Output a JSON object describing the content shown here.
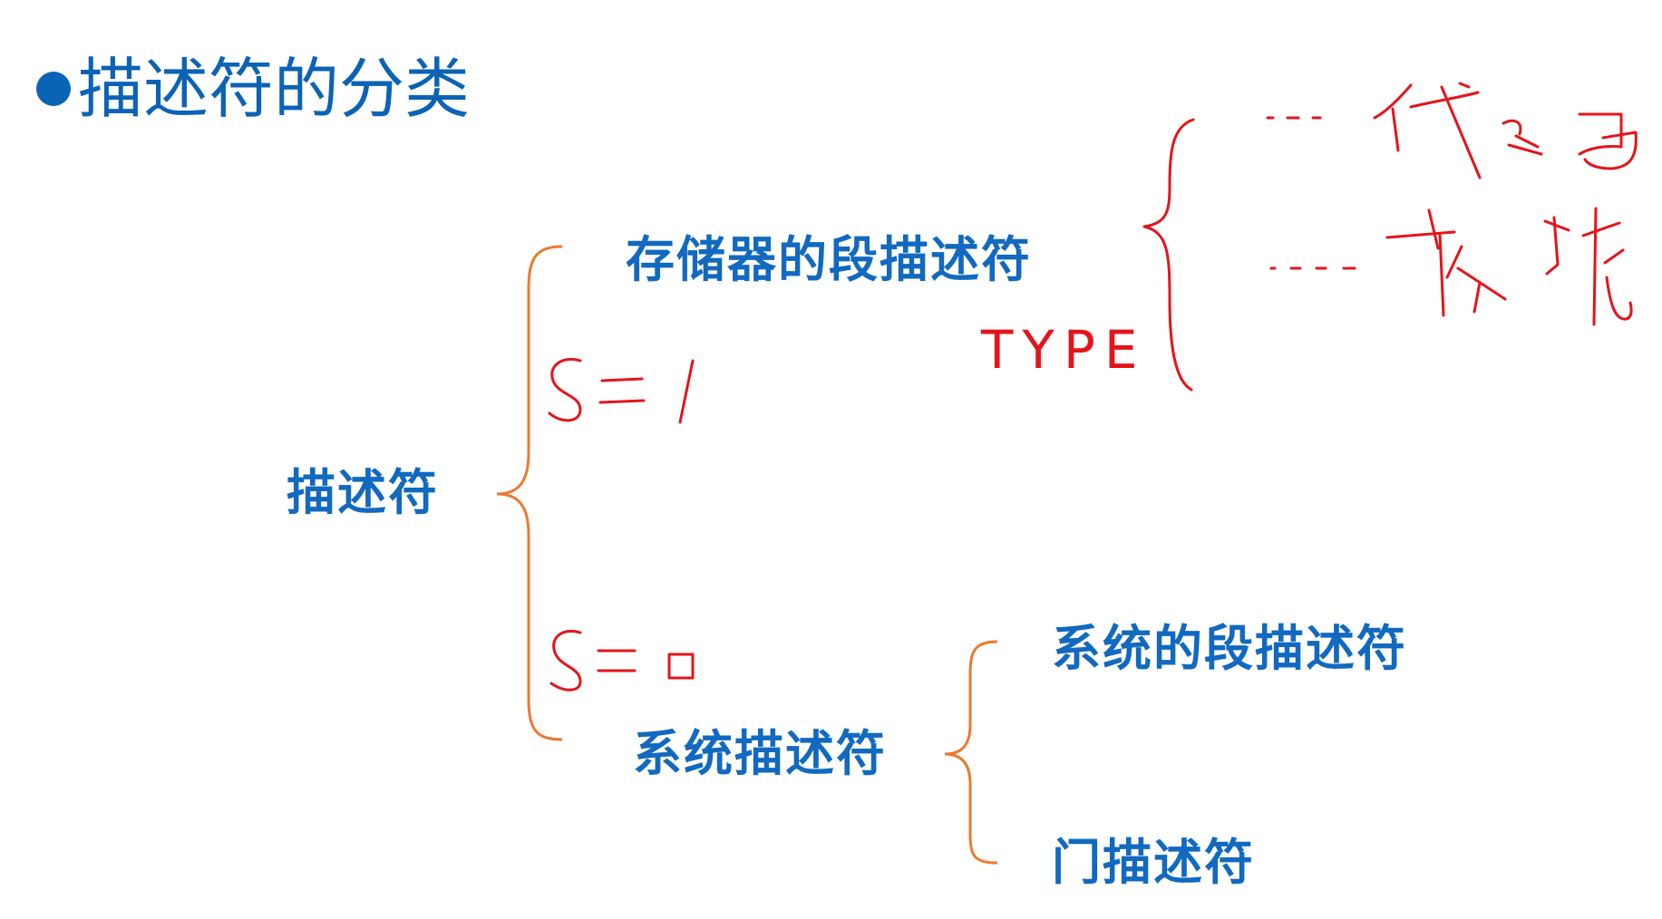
{
  "slide": {
    "title": "描述符的分类",
    "bullet_color": "#0b63b6"
  },
  "tree": {
    "root": "描述符",
    "storage_segment": "存储器的段描述符",
    "system": "系统描述符",
    "system_segment": "系统的段描述符",
    "gate": "门描述符"
  },
  "annotations": {
    "s_equals_1": "S=1",
    "s_equals_0": "S=0",
    "type": "TYPE",
    "code": "代码",
    "data": "数据"
  },
  "colors": {
    "text_blue": "#1169c0",
    "brace_orange": "#ec7a2f",
    "ink_red": "#e5141b"
  }
}
